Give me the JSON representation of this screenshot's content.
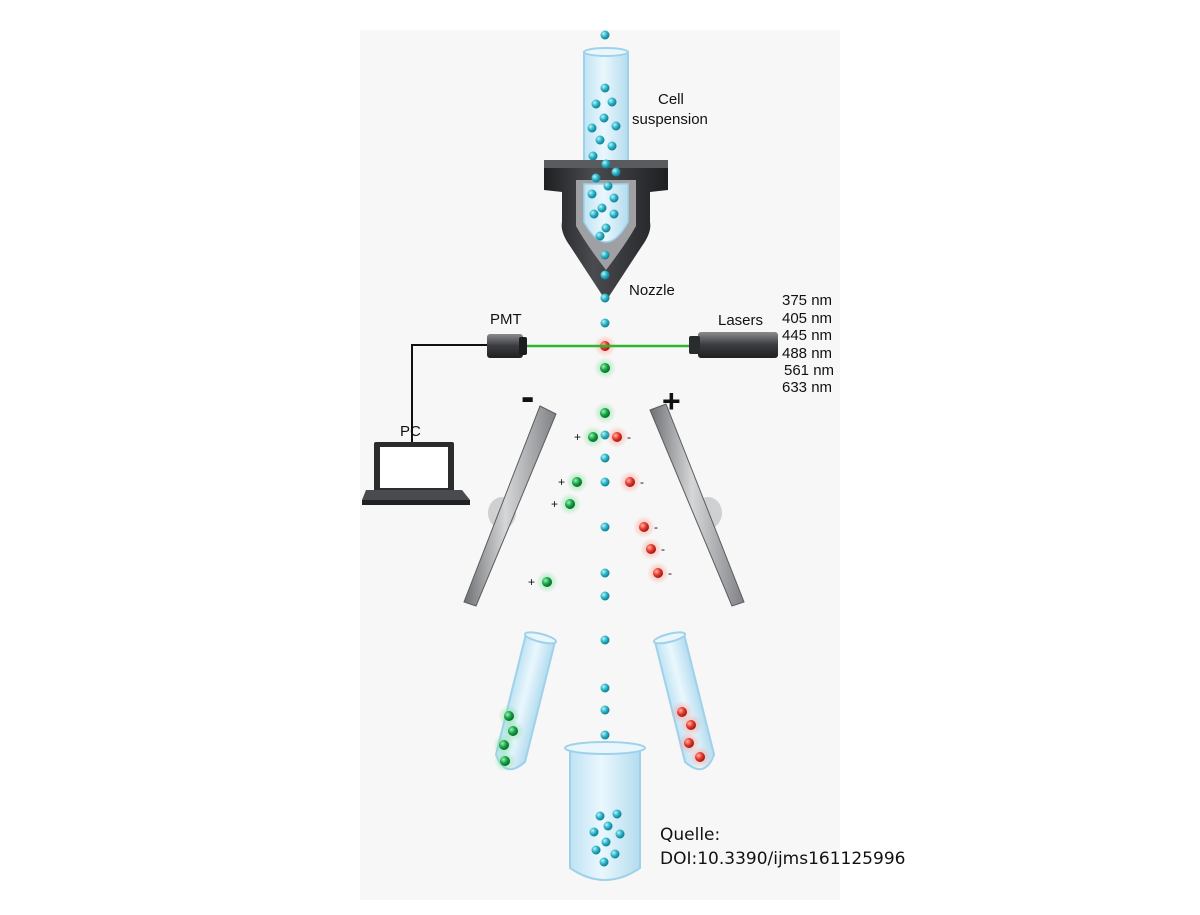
{
  "labels": {
    "cell_suspension_line1": "Cell",
    "cell_suspension_line2": "suspension",
    "nozzle": "Nozzle",
    "pmt": "PMT",
    "lasers": "Lasers",
    "pc": "PC",
    "minus_plate": "-",
    "plus_plate": "+"
  },
  "wavelengths": [
    "375 nm",
    "405 nm",
    "445 nm",
    "488 nm",
    "561 nm",
    "633 nm"
  ],
  "charge_signs": {
    "positive": "+",
    "negative": "-"
  },
  "source": {
    "line1": "Quelle:",
    "line2": "DOI:10.3390/ijms161125996"
  },
  "colors": {
    "cell_cyan": "#2bb6c9",
    "cell_green": "#1aa64a",
    "cell_red": "#e8382c",
    "laser_beam": "#2fb52f",
    "tube_fill": "#d9eef8",
    "nozzle_dark": "#2f3033",
    "plate_gray": "#8a8c8f"
  }
}
